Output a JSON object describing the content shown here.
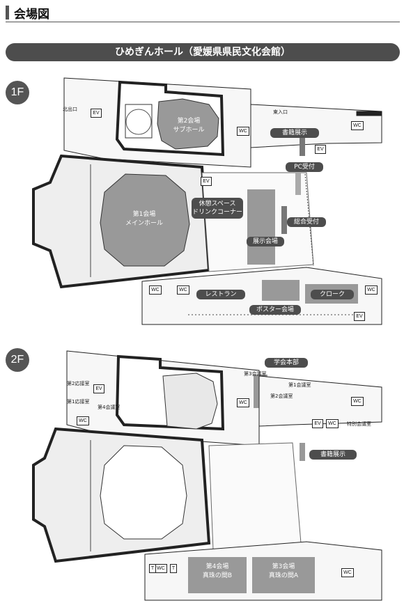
{
  "header": {
    "title": "会場図"
  },
  "venue": {
    "name": "ひめぎんホール（愛媛県県民文化会館）"
  },
  "floor1": {
    "badge": "1F",
    "rooms": {
      "room2_line1": "第2会場",
      "room2_line2": "サブホール",
      "room1_line1": "第1会場",
      "room1_line2": "メインホール",
      "lounge_line1": "休憩スペース",
      "lounge_line2": "ドリンクコーナー",
      "exhibition": "展示会場",
      "general_reception": "総合受付",
      "pc_reception": "PC受付",
      "books": "書籍展示",
      "restaurant": "レストラン",
      "poster": "ポスター会場",
      "cloak": "クローク"
    },
    "labels": {
      "north_exit": "北出口",
      "east_entrance": "東入口"
    },
    "facilities": {
      "ev": "EV",
      "wc": "WC"
    }
  },
  "floor2": {
    "badge": "2F",
    "rooms": {
      "hq": "学会本部",
      "books": "書籍展示",
      "room4_line1": "第4会場",
      "room4_line2": "真珠の間B",
      "room3_line1": "第3会場",
      "room3_line2": "真珠の間A"
    },
    "labels": {
      "meeting3": "第3会議室",
      "meeting1": "第1会議室",
      "meeting2": "第2会議室",
      "reception2": "第2応接室",
      "reception1": "第1応接室",
      "meeting4": "第4会議室",
      "special_meeting": "特別会議室"
    },
    "facilities": {
      "ev": "EV",
      "wc": "WC",
      "t": "T"
    }
  },
  "colors": {
    "pill": "#4d4d4d",
    "room_fill": "#999999",
    "wall": "#222222",
    "floor_fill": "#eeeeee"
  }
}
